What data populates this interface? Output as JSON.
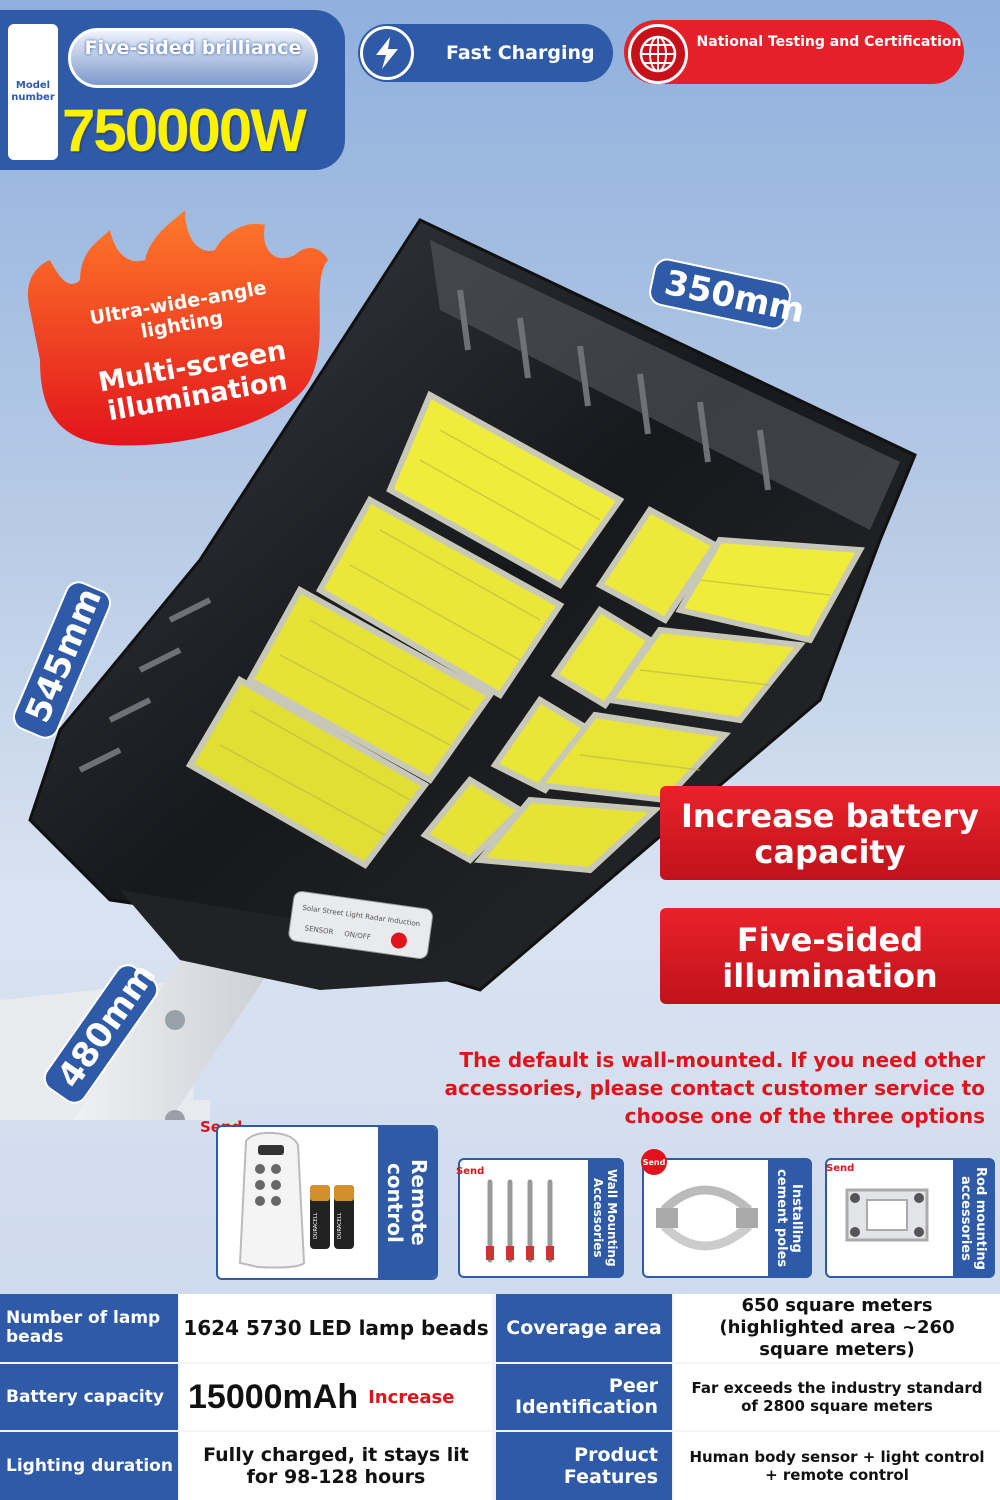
{
  "header": {
    "model_label": "Model number",
    "five_sided": "Five-sided brilliance",
    "wattage": "750000W",
    "fast_charging": "Fast Charging",
    "certification": "National Testing and Certification"
  },
  "badge": {
    "line1": "Ultra-wide-angle lighting",
    "line2": "Multi-screen illumination"
  },
  "dimensions": {
    "top": "350mm",
    "side": "545mm",
    "arm": "480mm"
  },
  "lamp_panel": {
    "label": "Solar Street Light Radar Induction",
    "sensor": "SENSOR",
    "switch": "ON/OFF"
  },
  "banners": {
    "battery": "Increase battery capacity",
    "five_sided": "Five-sided illumination"
  },
  "note": "The default is wall-mounted. If you need other accessories, please contact customer service to choose one of the three options",
  "accessories": {
    "send": "Send",
    "remote": "Remote control",
    "wall": "Wall Mounting Accessories",
    "cement": "Installing cement poles",
    "rod": "Rod mounting accessories",
    "battery_brand": "DURACELL"
  },
  "specs": {
    "row1": {
      "label": "Number of lamp beads",
      "value": "1624 5730 LED lamp beads",
      "label2": "Coverage area",
      "value2": "650 square meters (highlighted area ~260 square meters)"
    },
    "row2": {
      "label": "Battery capacity",
      "value": "15000mAh",
      "tag": "Increase",
      "label2": "Peer Identification",
      "value2": "Far exceeds the industry standard of 2800 square meters"
    },
    "row3": {
      "label": "Lighting duration",
      "value": "Fully charged, it stays lit for 98-128 hours",
      "label2": "Product Features",
      "value2": "Human body sensor + light control + remote control"
    }
  },
  "colors": {
    "brand_blue": "#2e5aa8",
    "accent_red": "#e0131c",
    "yellow": "#fff200"
  }
}
